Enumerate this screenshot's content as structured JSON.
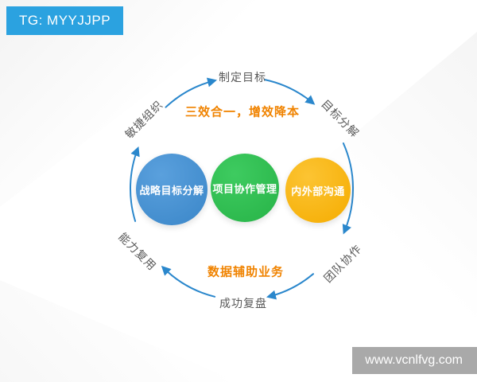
{
  "watermarks": {
    "tg_badge": "TG: MYYJJPP",
    "site_badge": "www.vcnlfvg.com"
  },
  "diagram": {
    "cycle_labels": [
      {
        "label": "制定目标",
        "position": "top"
      },
      {
        "label": "目标分解",
        "position": "top-right"
      },
      {
        "label": "团队协作",
        "position": "bottom-right"
      },
      {
        "label": "成功复盘",
        "position": "bottom"
      },
      {
        "label": "能力复用",
        "position": "bottom-left"
      },
      {
        "label": "敏捷组织",
        "position": "top-left"
      }
    ],
    "inner_top_text": "三效合一，增效降本",
    "inner_bottom_text": "数据辅助业务",
    "circles": [
      {
        "label": "战略目标分解",
        "color": "#3a86c8"
      },
      {
        "label": "项目协作管理",
        "color": "#27b347"
      },
      {
        "label": "内外部沟通",
        "color": "#f5ac00"
      }
    ],
    "colors": {
      "ring_blue": "#2a87cc",
      "accent_orange": "#f08300",
      "label_gray": "#595959",
      "tg_badge_bg": "#2ba2e0",
      "site_badge_bg": "#a9a9a9"
    }
  }
}
